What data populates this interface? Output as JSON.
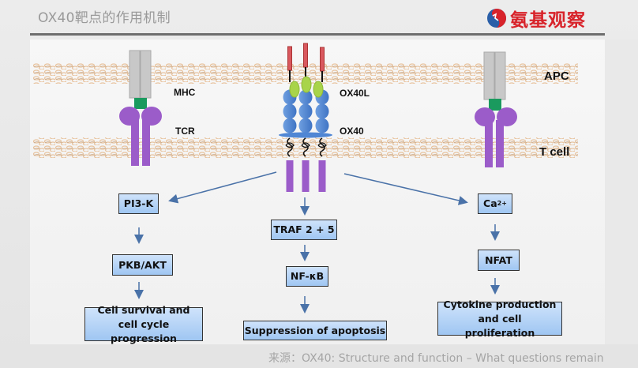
{
  "header": {
    "title": "OX40靶点的作用机制",
    "logo_text": "氨基观察"
  },
  "diagram": {
    "membrane_labels": {
      "top": "APC",
      "bottom": "T cell"
    },
    "receptor_labels": {
      "mhc": "MHC",
      "tcr": "TCR",
      "ox40l": "OX40L",
      "ox40": "OX40"
    },
    "pathways": {
      "left": [
        "PI3-K",
        "PKB/AKT",
        "Cell survival and cell cycle progression"
      ],
      "center": [
        "TRAF 2 + 5",
        "NF-κB",
        "Suppression of apoptosis"
      ],
      "right_ca_base": "Ca",
      "right_ca_sub": "2+",
      "right": [
        "NFAT",
        "Cytokine production and cell proliferation"
      ]
    },
    "colors": {
      "membrane": "#e9c9a8",
      "mhc": "#c8c8c8",
      "peptide": "#1a9a5e",
      "tcr": "#9b5cc9",
      "ox40": "#4f86d4",
      "ox40l": "#a8d44a",
      "ox40l_stalk": "#d9585e",
      "box_fill": "#a9cdf4",
      "arrow": "#4a72a8"
    }
  },
  "footer": {
    "source": "来源：OX40: Structure and function – What questions remain"
  }
}
